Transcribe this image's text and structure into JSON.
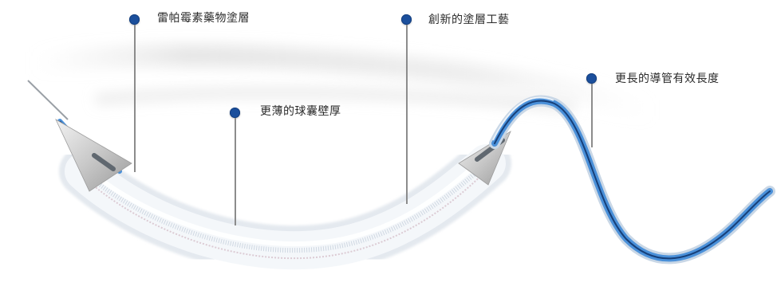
{
  "callouts": [
    {
      "label": "雷帕霉素藥物塗層"
    },
    {
      "label": "更薄的球囊壁厚"
    },
    {
      "label": "創新的塗層工藝"
    },
    {
      "label": "更長的導管有效長度"
    }
  ],
  "colors": {
    "dot": "#1b4f9c",
    "leader": "#8c8c8c",
    "catheter_blue": "#4a90d9",
    "balloon_fill": "#eef3f8"
  }
}
